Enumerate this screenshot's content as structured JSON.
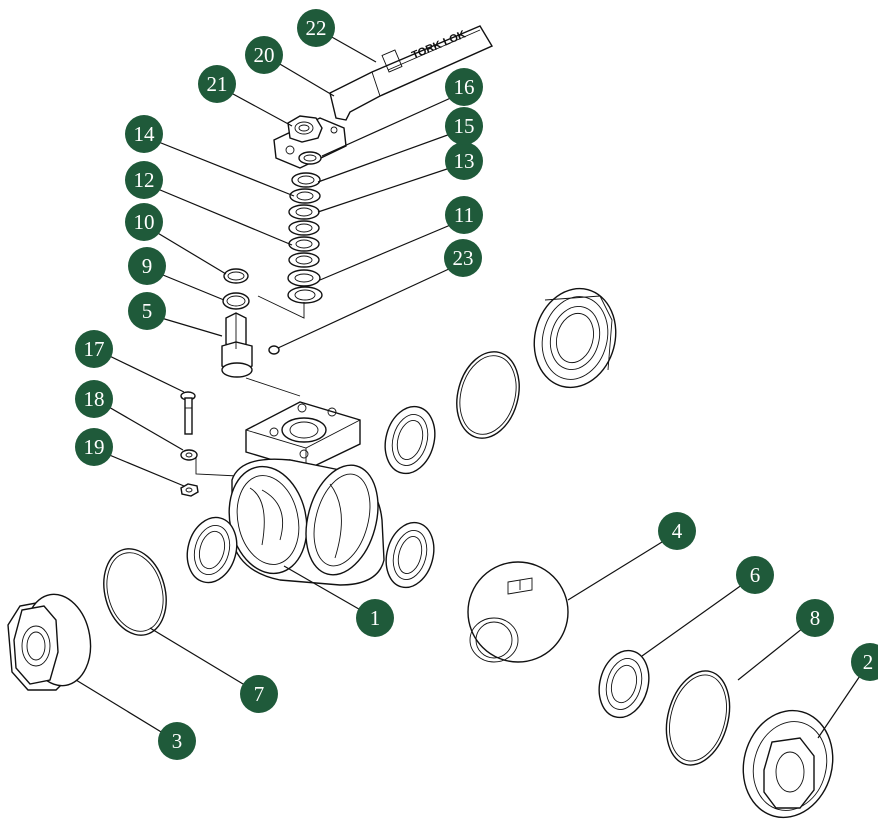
{
  "colors": {
    "callout_fill": "#1f5a3a",
    "callout_text": "#ffffff",
    "line": "#111111"
  },
  "handle": {
    "brand": "TORK LOK"
  },
  "callouts": [
    {
      "id": "c1",
      "label": "1"
    },
    {
      "id": "c2",
      "label": "2"
    },
    {
      "id": "c3",
      "label": "3"
    },
    {
      "id": "c4",
      "label": "4"
    },
    {
      "id": "c5",
      "label": "5"
    },
    {
      "id": "c6",
      "label": "6"
    },
    {
      "id": "c7",
      "label": "7"
    },
    {
      "id": "c8",
      "label": "8"
    },
    {
      "id": "c9",
      "label": "9"
    },
    {
      "id": "c10",
      "label": "10"
    },
    {
      "id": "c11",
      "label": "11"
    },
    {
      "id": "c12",
      "label": "12"
    },
    {
      "id": "c13",
      "label": "13"
    },
    {
      "id": "c14",
      "label": "14"
    },
    {
      "id": "c15",
      "label": "15"
    },
    {
      "id": "c16",
      "label": "16"
    },
    {
      "id": "c17",
      "label": "17"
    },
    {
      "id": "c18",
      "label": "18"
    },
    {
      "id": "c19",
      "label": "19"
    },
    {
      "id": "c20",
      "label": "20"
    },
    {
      "id": "c21",
      "label": "21"
    },
    {
      "id": "c22",
      "label": "22"
    },
    {
      "id": "c23",
      "label": "23"
    }
  ]
}
